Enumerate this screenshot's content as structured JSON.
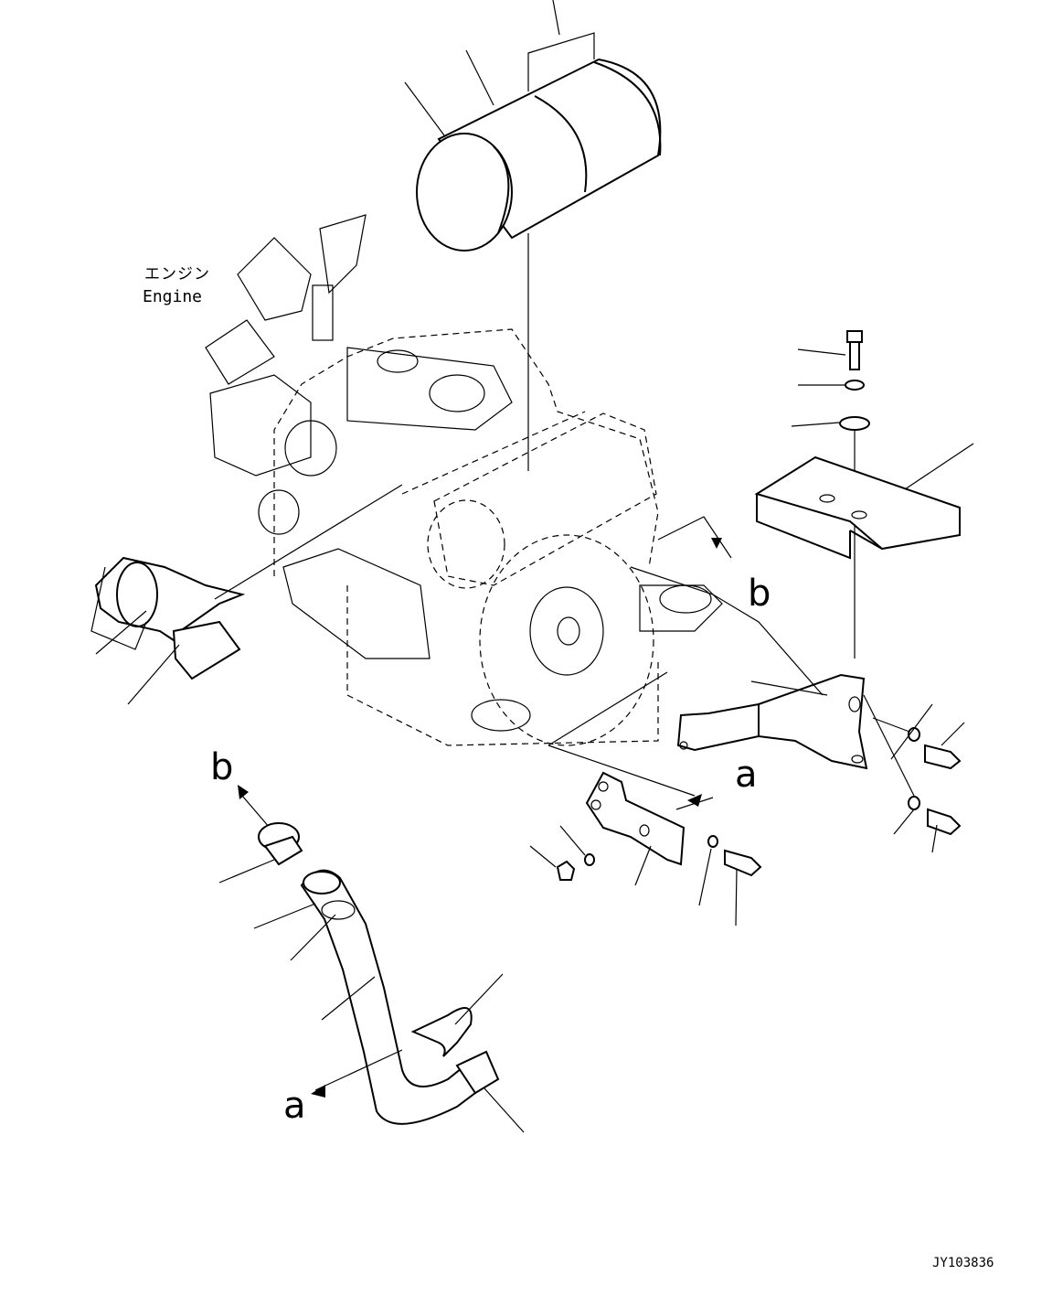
{
  "labels": {
    "engine_jp": "エンジン",
    "engine_en": "Engine",
    "ref_b_top": "b",
    "ref_a_mid": "a",
    "ref_b_left": "b",
    "ref_a_bottom": "a",
    "drawing_id": "JY103836"
  }
}
